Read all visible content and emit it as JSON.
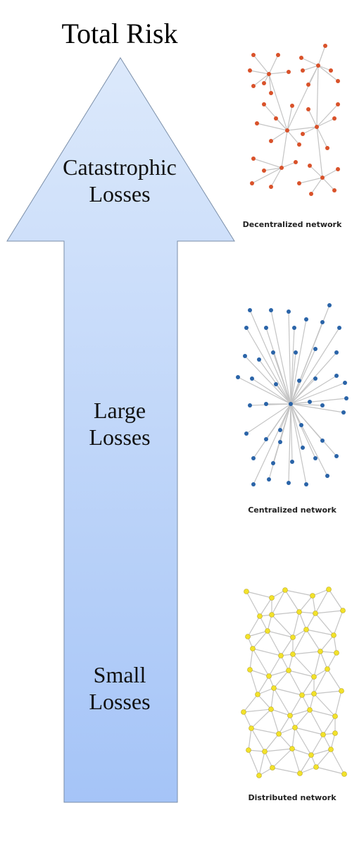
{
  "title": "Total Risk",
  "levels": [
    {
      "line1": "Catastrophic",
      "line2": "Losses"
    },
    {
      "line1": "Large",
      "line2": "Losses"
    },
    {
      "line1": "Small",
      "line2": "Losses"
    }
  ],
  "networks": [
    {
      "caption": "Decentralized network",
      "node_color": "#d9522a"
    },
    {
      "caption": "Centralized network",
      "node_color": "#2a64a8"
    },
    {
      "caption": "Distributed network",
      "node_color": "#f2e22a"
    }
  ],
  "colors": {
    "arrow_top": "#dce9fb",
    "arrow_bottom": "#a5c4f7",
    "arrow_stroke": "#7a8ea8",
    "edge": "#c4c4c4"
  }
}
